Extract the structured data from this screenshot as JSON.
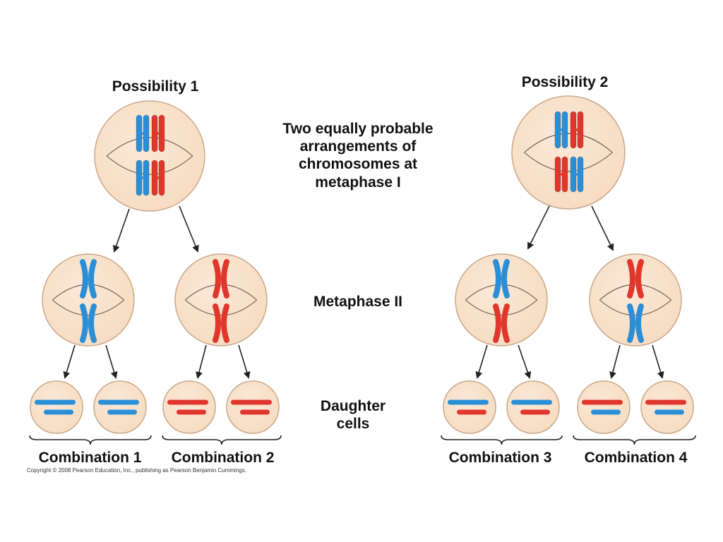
{
  "labels": {
    "possibility_1": "Possibility 1",
    "possibility_2": "Possibility 2",
    "metaphase_i": [
      "Two equally probable",
      "arrangements of",
      "chromosomes at",
      "metaphase I"
    ],
    "metaphase_ii": "Metaphase II",
    "daughter_cells": [
      "Daughter",
      "cells"
    ],
    "combination_1": "Combination 1",
    "combination_2": "Combination 2",
    "combination_3": "Combination 3",
    "combination_4": "Combination 4",
    "copyright": "Copyright © 2008 Pearson Education, Inc., publishing as Pearson Benjamin Cummings."
  },
  "colors": {
    "blue": "#2a8fd6",
    "red": "#e0362c",
    "cell_fill": "#f6dcc2",
    "cell_stroke": "#c9a88a",
    "arrow": "#222222"
  },
  "metaphase_i_cells": [
    {
      "name": "possibility-1",
      "top": [
        "blue",
        "red"
      ],
      "bottom": [
        "blue",
        "red"
      ]
    },
    {
      "name": "possibility-2",
      "top": [
        "blue",
        "red"
      ],
      "bottom": [
        "red",
        "blue"
      ]
    }
  ],
  "metaphase_ii_cells": [
    {
      "name": "p1-left",
      "top": "blue",
      "bottom": "blue"
    },
    {
      "name": "p1-right",
      "top": "red",
      "bottom": "red"
    },
    {
      "name": "p2-left",
      "top": "blue",
      "bottom": "red"
    },
    {
      "name": "p2-right",
      "top": "red",
      "bottom": "blue"
    }
  ],
  "daughter_cell_colors": [
    [
      "blue",
      "blue"
    ],
    [
      "blue",
      "blue"
    ],
    [
      "red",
      "red"
    ],
    [
      "red",
      "red"
    ],
    [
      "blue",
      "red"
    ],
    [
      "blue",
      "red"
    ],
    [
      "red",
      "blue"
    ],
    [
      "red",
      "blue"
    ]
  ]
}
